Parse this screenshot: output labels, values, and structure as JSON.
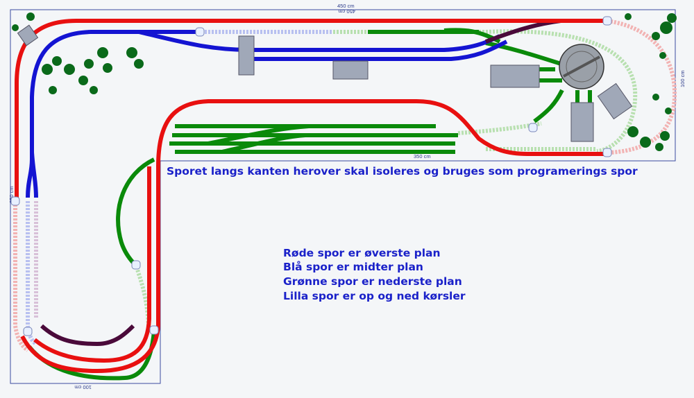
{
  "dimensions": {
    "top_length": "450 cm",
    "top_length_mirrored": "450 cm",
    "right_height": "100 cm",
    "left_height": "250 cm",
    "bottom_length": "100 cm",
    "inner_length": "350 cm"
  },
  "notes": {
    "programming_track": "Sporet langs kanten herover skal isoleres og bruges som programerings spor"
  },
  "legend": [
    {
      "text": "Røde spor er øverste plan",
      "color": "#e81010"
    },
    {
      "text": "Blå spor er midter plan",
      "color": "#1414d2"
    },
    {
      "text": "Grønne spor er nederste plan",
      "color": "#0a8a0a"
    },
    {
      "text": "Lilla spor er op og ned kørsler",
      "color": "#4a0a3a"
    }
  ],
  "colors": {
    "red_track": "#e81010",
    "blue_track": "#1414d2",
    "green_track": "#0a8a0a",
    "purple_track": "#4a0a3a",
    "hidden_red": "#f2b3b3",
    "hidden_blue": "#b8c0f0",
    "hidden_green": "#b8e0b0",
    "building": "#a0a8b8",
    "tree": "#0a6a1a",
    "baseboard_outline": "#3a4aa0",
    "text": "#1a21c9"
  },
  "icons": [
    "tree-icon",
    "building-icon",
    "turntable-icon",
    "tunnel-portal-icon"
  ]
}
